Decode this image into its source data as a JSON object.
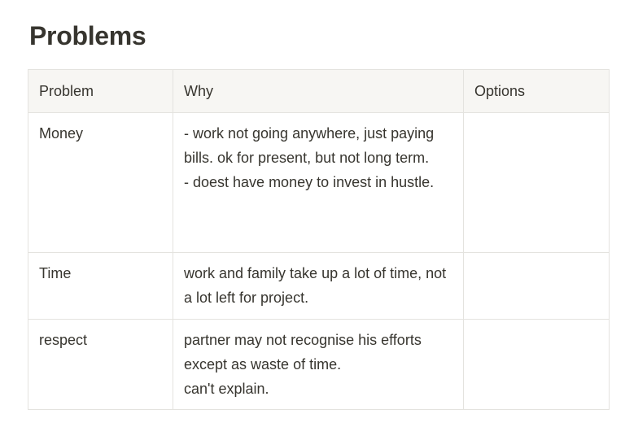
{
  "page": {
    "title": "Problems"
  },
  "table": {
    "headers": [
      "Problem",
      "Why",
      "Options"
    ],
    "rows": [
      {
        "problem": "Money",
        "why_lines": [
          "- work not going anywhere, just paying bills. ok for present, but not long term.",
          "- doest have money to invest in hustle."
        ],
        "options": ""
      },
      {
        "problem": "Time",
        "why_lines": [
          "work and family take up a lot of time, not a lot left for project."
        ],
        "options": ""
      },
      {
        "problem": "respect",
        "why_lines": [
          "partner may not recognise his efforts except as waste of time.",
          "can't explain."
        ],
        "options": ""
      }
    ]
  },
  "colors": {
    "text": "#37352f",
    "header_bg": "#f7f6f3",
    "border": "#e4e3df"
  }
}
